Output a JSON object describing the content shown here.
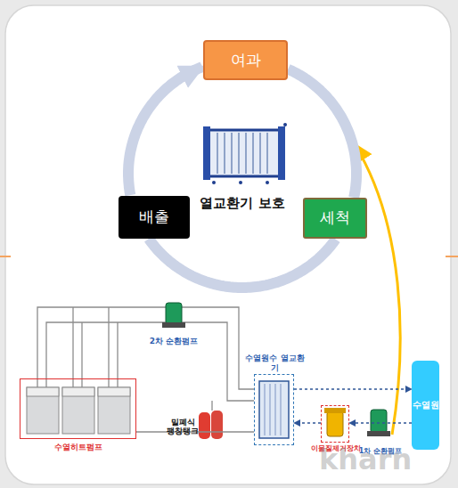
{
  "diagram": {
    "nodes": [
      {
        "text": [
          "여과"
        ]
      },
      {
        "text": [
          "배출"
        ]
      },
      {
        "text": [
          "세척"
        ]
      },
      {
        "text": [
          "수열히트펌프"
        ]
      },
      {
        "text": [
          "수열원수 열교환기"
        ]
      },
      {
        "text": [
          "이물질제거장치"
        ]
      },
      {
        "text": [
          "수열원"
        ]
      }
    ],
    "edges": [
      {
        "from": 1,
        "to": 0,
        "arrow": "to"
      },
      {
        "from": 0,
        "to": 2,
        "arrow": "none"
      },
      {
        "from": 2,
        "to": 1,
        "arrow": "none"
      },
      {
        "from": 3,
        "to": 4,
        "arrow": "none"
      },
      {
        "from": 4,
        "to": 6,
        "arrow": "to"
      },
      {
        "from": 6,
        "to": 5,
        "arrow": "to"
      },
      {
        "from": 5,
        "to": 4,
        "arrow": "to"
      }
    ],
    "labels": [
      "열교환기 보호",
      "2차 순환펌프",
      "밀폐식 팽창탱크",
      "1차 순환펌프",
      "kharn"
    ]
  }
}
